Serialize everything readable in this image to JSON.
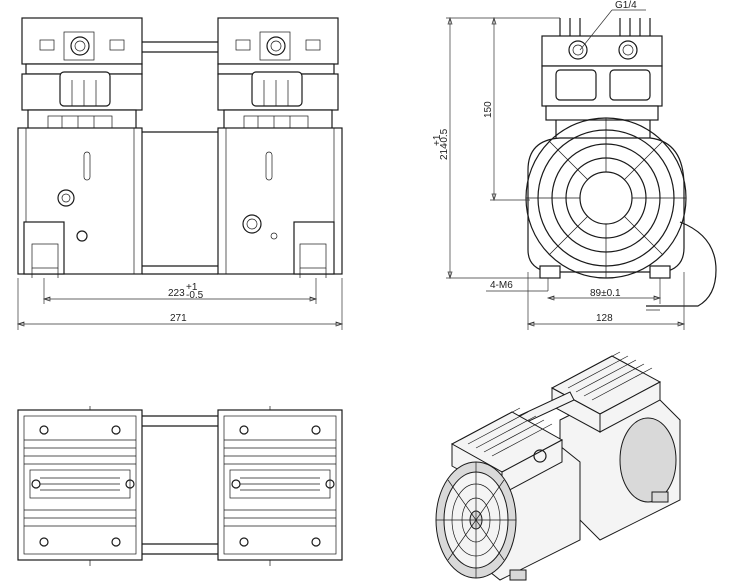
{
  "drawing": {
    "views": [
      "front-view",
      "side-view",
      "top-view",
      "isometric-view"
    ],
    "dimensions": {
      "total_width": "271",
      "mount_spacing_base": "223",
      "mount_spacing_tol": "+1 / -0.5",
      "side_depth": "128",
      "foot_spacing": "89±0.1",
      "total_height_base": "214",
      "total_height_tol": "+1 / -0.5",
      "head_height": "150",
      "mount_thread": "4-M6",
      "port_thread": "G1/4"
    },
    "colors": {
      "line": "#1a1a1a",
      "background": "#ffffff"
    }
  }
}
